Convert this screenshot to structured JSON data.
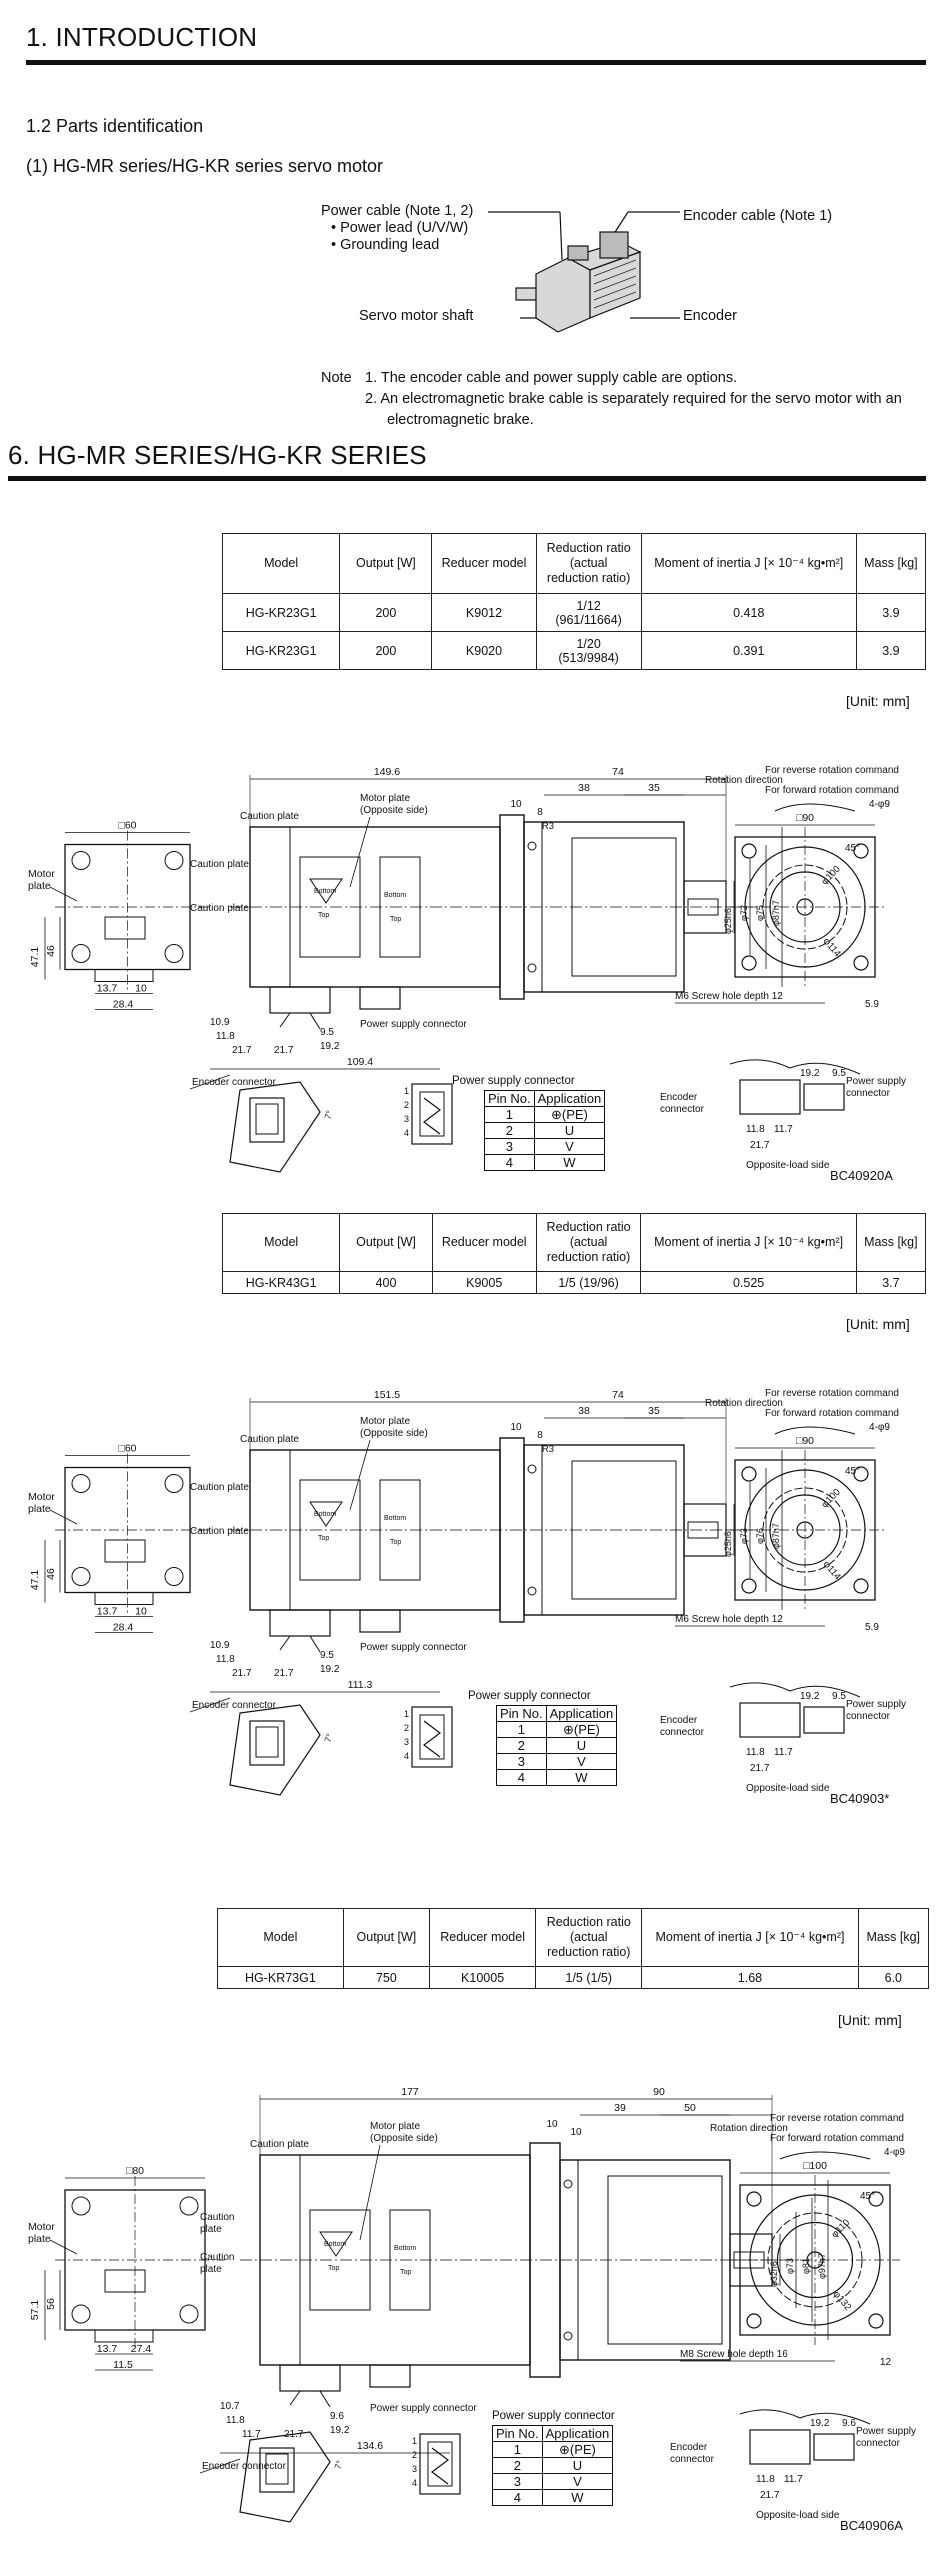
{
  "section1": {
    "title": "1. INTRODUCTION"
  },
  "parts": {
    "heading": "1.2 Parts identification",
    "subheading": "(1)  HG-MR series/HG-KR series servo motor",
    "label_power_cable": "Power cable (Note 1, 2)",
    "label_power_lead": "• Power lead (U/V/W)",
    "label_grounding": "• Grounding lead",
    "label_shaft": "Servo motor shaft",
    "label_encoder_cable": "Encoder cable (Note 1)",
    "label_encoder": "Encoder",
    "note_prefix": "Note",
    "note1": "1.  The encoder cable and power supply cable are options.",
    "note2a": "2.  An electromagnetic brake cable is separately required for the servo motor with an",
    "note2b": "electromagnetic brake."
  },
  "section6": {
    "title": "6. HG-MR SERIES/HG-KR SERIES"
  },
  "table_headers": {
    "model": "Model",
    "output": "Output [W]",
    "reducer": "Reducer model",
    "ratio1": "Reduction ratio",
    "ratio2": "(actual",
    "ratio3": "reduction ratio)",
    "inertia": "Moment of inertia J [× 10⁻⁴ kg•m²]",
    "mass": "Mass [kg]"
  },
  "tables": [
    {
      "rows": [
        {
          "model": "HG-KR23G1",
          "output": "200",
          "reducer": "K9012",
          "ratio_a": "1/12",
          "ratio_b": "(961/11664)",
          "inertia": "0.418",
          "mass": "3.9"
        },
        {
          "model": "HG-KR23G1",
          "output": "200",
          "reducer": "K9020",
          "ratio_a": "1/20",
          "ratio_b": "(513/9984)",
          "inertia": "0.391",
          "mass": "3.9"
        }
      ]
    },
    {
      "rows": [
        {
          "model": "HG-KR43G1",
          "output": "400",
          "reducer": "K9005",
          "ratio": "1/5 (19/96)",
          "inertia": "0.525",
          "mass": "3.7"
        }
      ]
    },
    {
      "rows": [
        {
          "model": "HG-KR73G1",
          "output": "750",
          "reducer": "K10005",
          "ratio": "1/5 (1/5)",
          "inertia": "1.68",
          "mass": "6.0"
        }
      ]
    }
  ],
  "unit": "[Unit: mm]",
  "pin_table": {
    "title": "Power supply connector",
    "h_pin": "Pin No.",
    "h_app": "Application",
    "rows": [
      {
        "pin": "1",
        "app": "⊕(PE)"
      },
      {
        "pin": "2",
        "app": "U"
      },
      {
        "pin": "3",
        "app": "V"
      },
      {
        "pin": "4",
        "app": "W"
      }
    ]
  },
  "drawings": [
    {
      "code": "BC40920A",
      "dims": {
        "overall": "149.6",
        "flange": "74",
        "d38": "38",
        "d35": "35",
        "d10": "10",
        "d8": "8",
        "r3": "R3",
        "sq": "□60",
        "sq2": "□90",
        "d47": "47.1",
        "d46": "46",
        "d137": "13.7",
        "d10b": "10",
        "d284": "28.4",
        "d109": "10.9",
        "d118": "11.8",
        "d217": "21.7",
        "d217b": "21.7",
        "d95": "9.5",
        "d192": "19.2",
        "d1094": "109.4",
        "holes": "4-φ9",
        "angle": "45°",
        "pcd": "φ100",
        "d59": "5.9",
        "screw": "M6 Screw hole depth 12",
        "shaft1": "φ25h6",
        "shaft2": "φ72",
        "shaft3": "φ75",
        "shaft4": "φ87h7",
        "bc": "φ114"
      }
    },
    {
      "code": "BC40903*",
      "dims": {
        "overall": "151.5",
        "flange": "74",
        "d38": "38",
        "d35": "35",
        "d10": "10",
        "d8": "8",
        "r3": "R3",
        "sq": "□60",
        "sq2": "□90",
        "d47": "47.1",
        "d46": "46",
        "d137": "13.7",
        "d10b": "10",
        "d284": "28.4",
        "d109": "10.9",
        "d118": "11.8",
        "d217": "21.7",
        "d217b": "21.7",
        "d95": "9.5",
        "d192": "19.2",
        "d1094": "111.3",
        "holes": "4-φ9",
        "angle": "45°",
        "pcd": "φ100",
        "d59": "5.9",
        "screw": "M6 Screw hole depth 12",
        "shaft1": "φ25h6",
        "shaft2": "φ73",
        "shaft3": "φ76",
        "shaft4": "φ87h7",
        "bc": "φ114"
      }
    },
    {
      "code": "BC40906A",
      "dims": {
        "overall": "177",
        "flange": "90",
        "d38": "39",
        "d35": "50",
        "d10": "10",
        "d8": "10",
        "r3": "",
        "sq": "□80",
        "sq2": "□100",
        "d47": "57.1",
        "d46": "56",
        "d137": "13.7",
        "d10b": "27.4",
        "d284": "11.5",
        "d109": "10.7",
        "d118": "11.8",
        "d217": "11.7",
        "d217b": "21.7",
        "d95": "9.6",
        "d192": "19.2",
        "d1094": "134.6",
        "holes": "4-φ9",
        "angle": "45°",
        "pcd": "φ110",
        "d59": "12",
        "screw": "M8 Screw hole depth 16",
        "shaft1": "φ32h6",
        "shaft2": "φ73",
        "shaft3": "φ81",
        "shaft4": "φ97h7",
        "bc": "φ132"
      }
    }
  ],
  "drawing_labels": {
    "motor_plate": "Motor plate",
    "caution_plate": "Caution plate",
    "motor_plate_opp": "Motor plate",
    "opposite_side": "(Opposite side)",
    "power_supply_connector": "Power supply connector",
    "encoder_connector": "Encoder connector",
    "rev_cmd": "For reverse rotation command",
    "rot_dir": "Rotation direction",
    "fwd_cmd": "For forward rotation command",
    "bottom": "Bottom",
    "top": "Top",
    "encoder": "Encoder",
    "connector": "connector",
    "power_supply": "Power supply",
    "opposite_load": "Opposite-load side"
  }
}
